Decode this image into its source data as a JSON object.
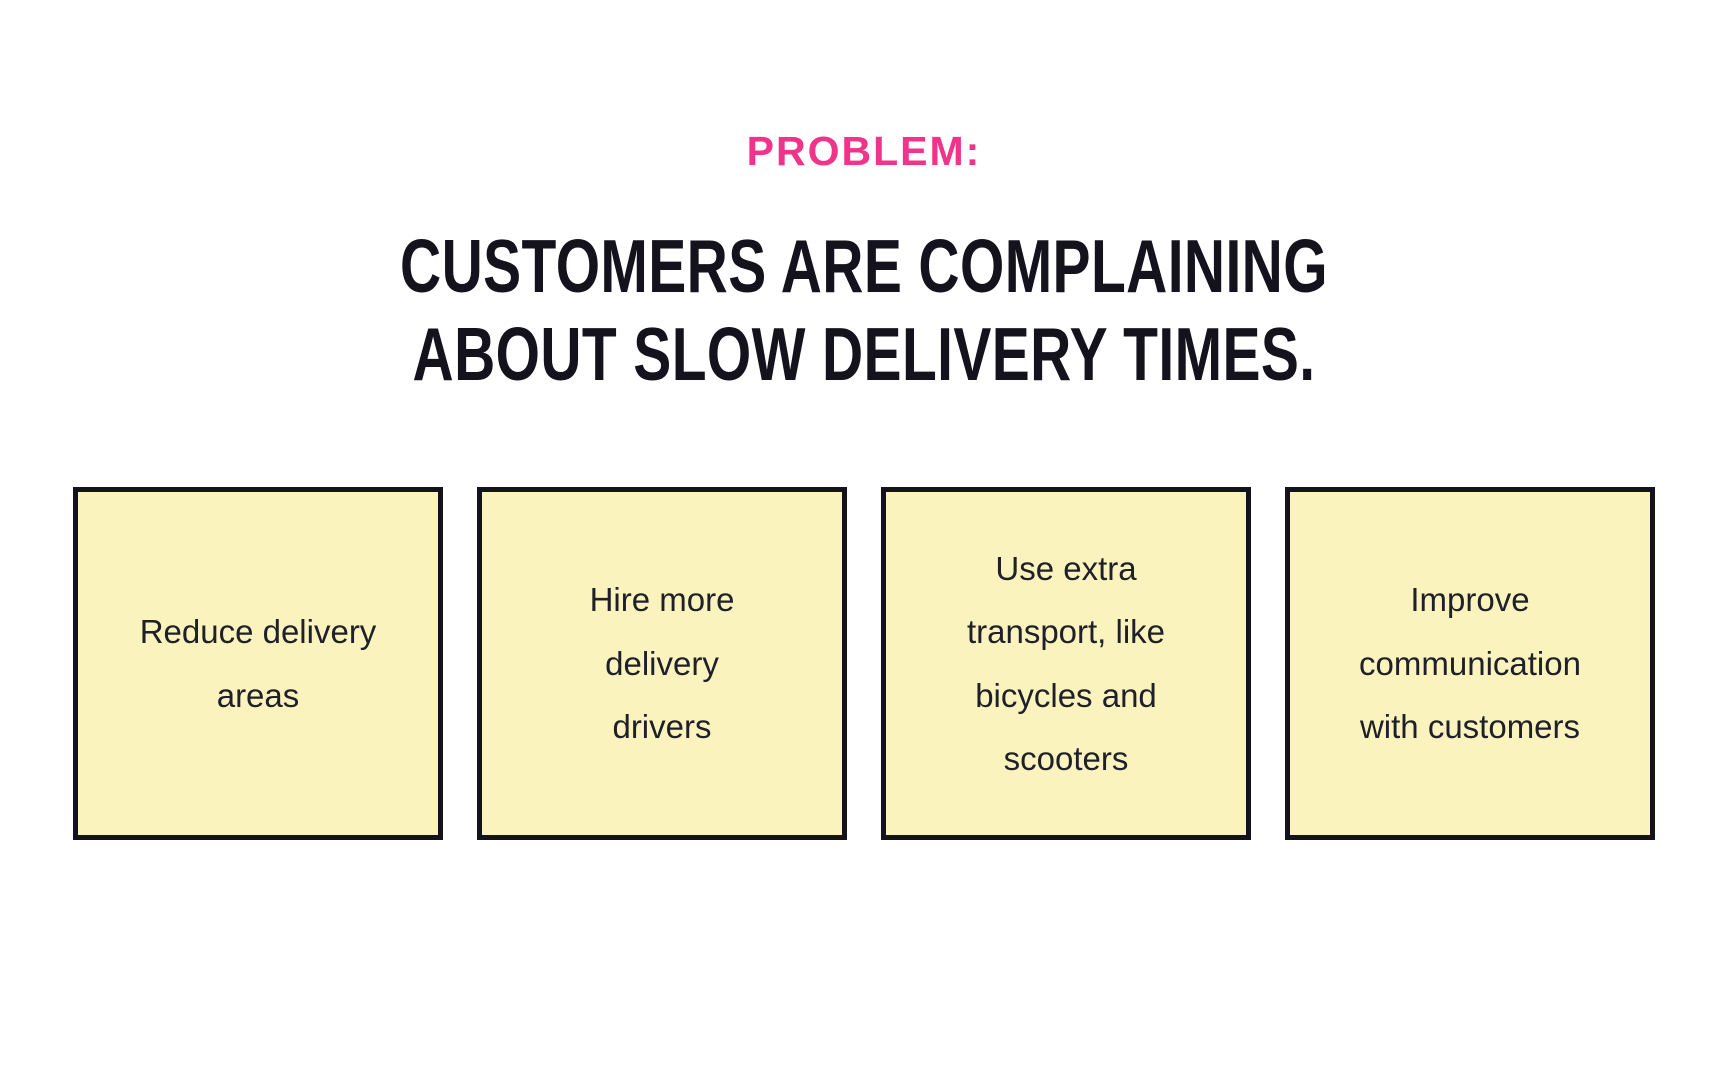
{
  "kicker": {
    "label": "PROBLEM:",
    "color": "#F0338B"
  },
  "headline": {
    "text": "CUSTOMERS ARE COMPLAINING\nABOUT SLOW DELIVERY TIMES.",
    "color": "#13121D"
  },
  "notes": {
    "fill_color": "#FBF3BE",
    "border_color": "#13121D",
    "shadow_color": "#0C0C16",
    "items": [
      {
        "text": "Reduce delivery\nareas"
      },
      {
        "text": "Hire more\ndelivery\ndrivers"
      },
      {
        "text": "Use extra\ntransport, like\nbicycles and\nscooters"
      },
      {
        "text": "Improve\ncommunication\nwith customers"
      }
    ]
  }
}
